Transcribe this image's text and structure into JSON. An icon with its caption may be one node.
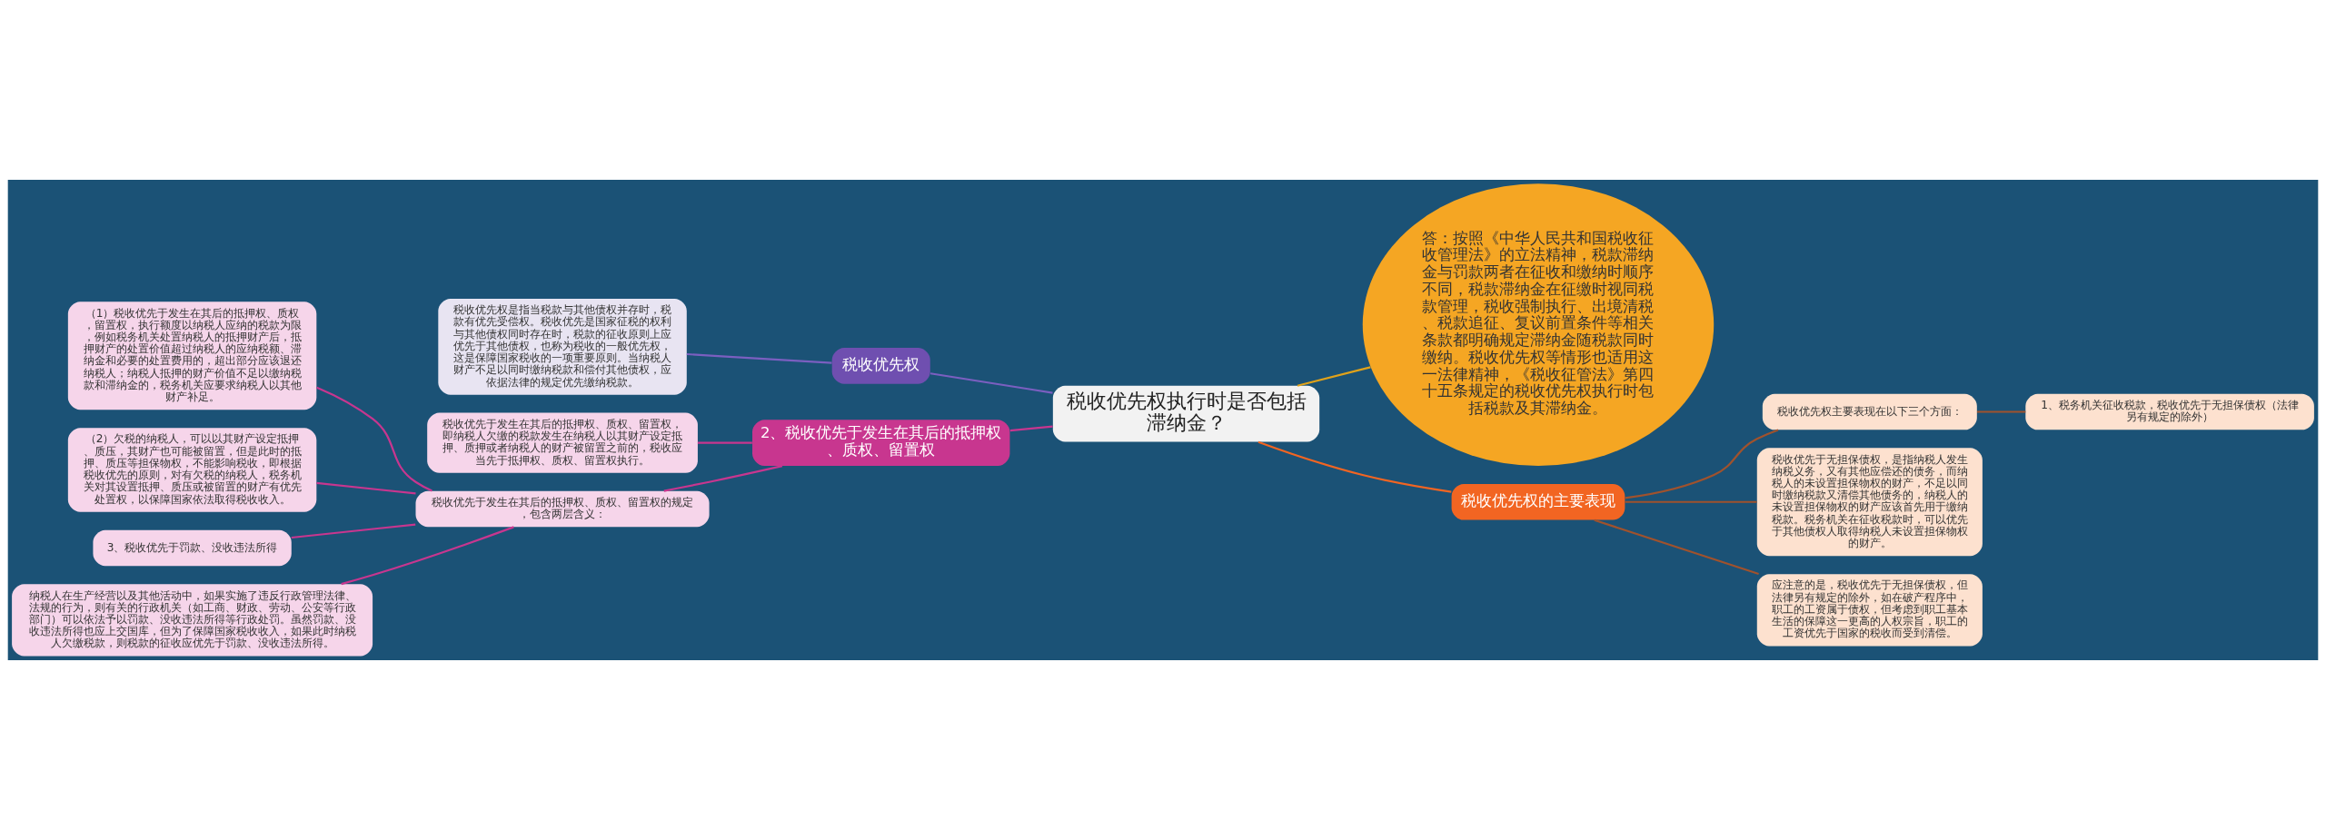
{
  "diagram": {
    "nodes": [
      {
        "text": [
          "税收优先权执行时是否包括滞纳金？"
        ]
      },
      {
        "text": [
          "答：按照《中华人民共和国税收征收管理法》的立法精神，税款滞纳金与罚款两者在征收和缴纳时顺序不同，税款滞纳金在征缴时视同税款管理，税收强制执行、出境清税、税款追征、复议前置条件等相关条款都明确规定滞纳金随税款同时缴纳。税收优先权等情形也适用这一法律精神，《税收征管法》第四十五条规定的税收优先权执行时包括税款及其滞纳金。"
        ]
      },
      {
        "text": [
          "税收优先权的主要表现"
        ]
      },
      {
        "text": [
          "税收优先权主要表现在以下三个方面："
        ]
      },
      {
        "text": [
          "1、税务机关征收税款，税收优先于无担保债权（法律另有规定的除外）"
        ]
      },
      {
        "text": [
          "税收优先于无担保债权，是指纳税人发生纳税义务，又有其他应偿还的债务，而纳税人的未设置担保物权的财产，不足以同时缴纳税款又清偿其他债务的，纳税人的未设置担保物权的财产应该首先用于缴纳税款。税务机关在征收税款时，可以优先于其他债权人取得纳税人未设置担保物权的财产。"
        ]
      },
      {
        "text": [
          "应注意的是，税收优先于无担保债权，但法律另有规定的除外，如在破产程序中，职工的工资属于债权，但考虑到职工基本生活的保障这一更高的人权宗旨，职工的工资优先于国家的税收而受到清偿。"
        ]
      },
      {
        "text": [
          "税收优先权"
        ]
      },
      {
        "text": [
          "税收优先权是指当税款与其他债权并存时，税款有优先受偿权。税收优先是国家征税的权利与其他债权同时存在时，税款的征收原则上应优先于其他债权，也称为税收的一般优先权，这是保障国家税收的一项重要原则。当纳税人财产不足以同时缴纳税款和偿付其他债权，应依据法律的规定优先缴纳税款。"
        ]
      },
      {
        "text": [
          "2、税收优先于发生在其后的抵押权、质权、留置权"
        ]
      },
      {
        "text": [
          "税收优先于发生在其后的抵押权、质权、留置权，即纳税人欠缴的税款发生在纳税人以其财产设定抵押、质押或者纳税人的财产被留置之前的，税收应当先于抵押权、质权、留置权执行。"
        ]
      },
      {
        "text": [
          "税收优先于发生在其后的抵押权、质权、留置权的规定，包含两层含义："
        ]
      },
      {
        "text": [
          "（1）税收优先于发生在其后的抵押权、质权，留置权，执行额度以纳税人应纳的税款为限，例如税务机关处置纳税人的抵押财产后，抵押财产的处置价值超过纳税人的应纳税额、滞纳金和必要的处置费用的，超出部分应该退还纳税人；纳税人抵押的财产价值不足以缴纳税款和滞纳金的，税务机关应要求纳税人以其他财产补足。"
        ]
      },
      {
        "text": [
          "（2）欠税的纳税人，可以以其财产设定抵押、质压，其财产也可能被留置，但是此时的抵押、质压等担保物权，不能影响税收，即根据税收优先的原则，对有欠税的纳税人，税务机关对其设置抵押、质压或被留置的财产有优先处置权，以保障国家依法取得税收收入。"
        ]
      },
      {
        "text": [
          "3、税收优先于罚款、没收违法所得"
        ]
      },
      {
        "text": [
          "纳税人在生产经营以及其他活动中，如果实施了违反行政管理法律、法规的行为，则有关的行政机关（如工商、财政、劳动、公安等行政部门）可以依法予以罚款、没收违法所得等行政处罚。虽然罚款、没收违法所得也应上交国库，但为了保障国家税收收入，如果此时纳税人欠缴税款，则税款的征收应优先于罚款、没收违法所得。"
        ]
      }
    ],
    "edges": [
      {
        "from": 0,
        "to": 1,
        "arrow": "none",
        "color": "#e0a21a"
      },
      {
        "from": 0,
        "to": 2,
        "arrow": "none",
        "color": "#f26522"
      },
      {
        "from": 2,
        "to": 3,
        "arrow": "none",
        "color": "#a0522d"
      },
      {
        "from": 3,
        "to": 4,
        "arrow": "none",
        "color": "#a0522d"
      },
      {
        "from": 2,
        "to": 5,
        "arrow": "none",
        "color": "#a0522d"
      },
      {
        "from": 2,
        "to": 6,
        "arrow": "none",
        "color": "#a0522d"
      },
      {
        "from": 0,
        "to": 7,
        "arrow": "none",
        "color": "#7b5fc0"
      },
      {
        "from": 7,
        "to": 8,
        "arrow": "none",
        "color": "#7b5fc0"
      },
      {
        "from": 0,
        "to": 9,
        "arrow": "none"
      },
      {
        "from": 9,
        "to": 10,
        "arrow": "none"
      },
      {
        "from": 9,
        "to": 11,
        "arrow": "none"
      },
      {
        "from": 11,
        "to": 12,
        "arrow": "none"
      },
      {
        "from": 11,
        "to": 13,
        "arrow": "none"
      },
      {
        "from": 11,
        "to": 14,
        "arrow": "none"
      },
      {
        "from": 11,
        "to": 15,
        "arrow": "none"
      }
    ]
  }
}
